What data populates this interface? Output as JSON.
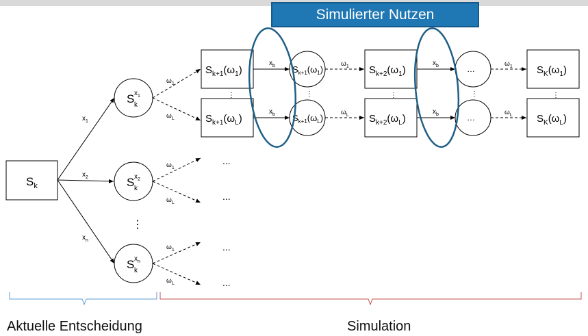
{
  "header": {
    "banner_title": "Simulierter Nutzen"
  },
  "states": {
    "root": "S",
    "root_sub": "k",
    "child_sup_prefix": "x",
    "child_sup_subs": [
      "1",
      "2",
      "n"
    ],
    "sk1_omega1": "S",
    "sk1_omegaL": "S",
    "sk2_omega1": "S",
    "sk2_omegaL": "S",
    "sK_omega1": "S",
    "sK_omegaL": "S",
    "ellipsis": "...",
    "vdots": "⋮",
    "hidden_ellipsis": "…"
  },
  "edges": {
    "x1": "x",
    "x1_sub": "1",
    "x2": "x",
    "x2_sub": "2",
    "xn": "x",
    "xn_sub": "n",
    "xb": "x",
    "xb_sub": "b",
    "omega": "ω",
    "omega1_sub": "1",
    "omegaL_sub": "L"
  },
  "bottom": {
    "left_label": "Aktuelle Entscheidung",
    "right_label": "Simulation"
  },
  "colors": {
    "banner_bg": "#1f77b4",
    "ellipse_stroke": "#1f5f86",
    "brace_left": "#5b9bd5",
    "brace_right": "#c0504d"
  }
}
